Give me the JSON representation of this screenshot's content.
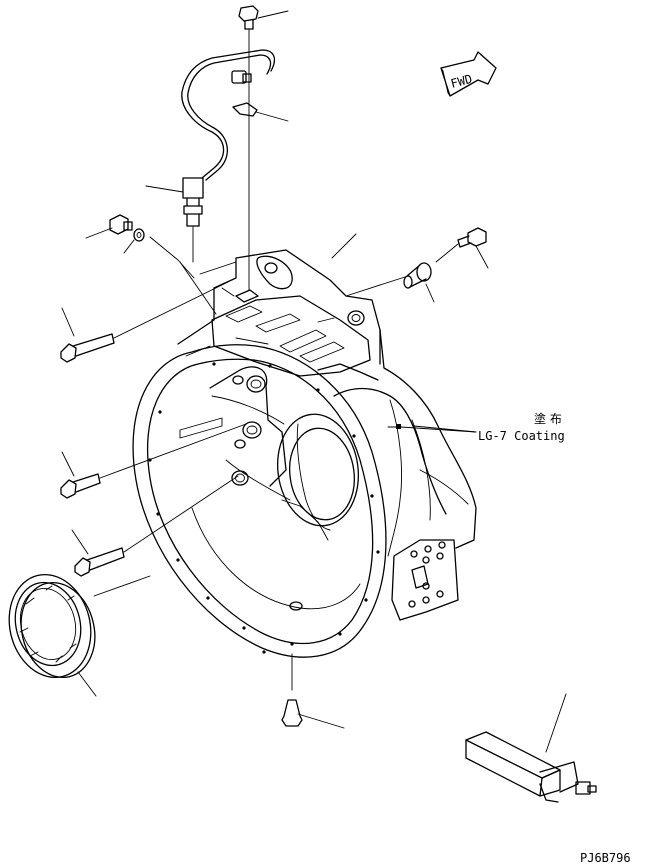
{
  "annotation": {
    "jp": "塗 布",
    "en": "LG-7 Coating"
  },
  "fwd_label": "FWD",
  "figure_code": "PJ6B796"
}
